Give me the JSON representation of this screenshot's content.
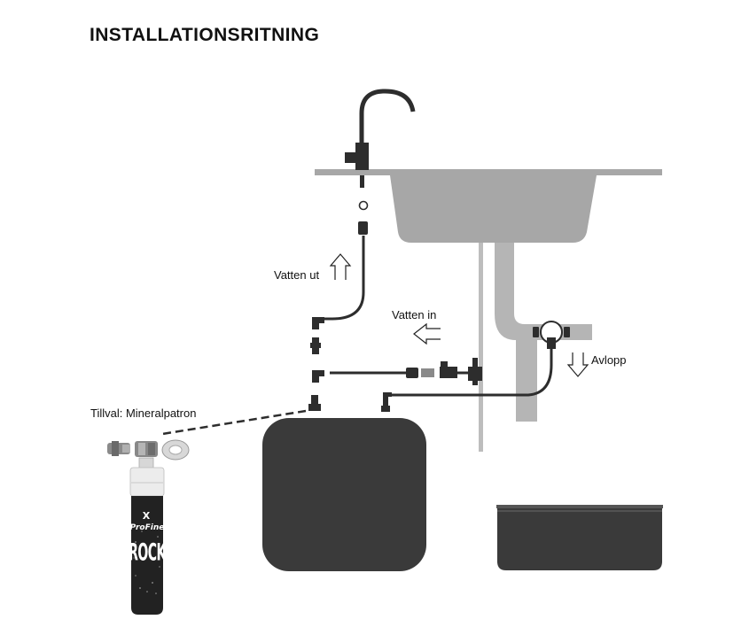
{
  "title": "INSTALLATIONSRITNING",
  "labels": {
    "water_out": "Vatten ut",
    "water_in": "Vatten in",
    "drain": "Avlopp",
    "optional": "Tillval: Mineralpatron"
  },
  "cartridge": {
    "brand_x": "X",
    "brand": "ProFine",
    "model": "ROCK"
  },
  "colors": {
    "dark": "#3a3a3a",
    "sink_gray": "#a7a7a7",
    "pipe_gray": "#b9b9b9",
    "pipe": "#2d2d2d"
  }
}
